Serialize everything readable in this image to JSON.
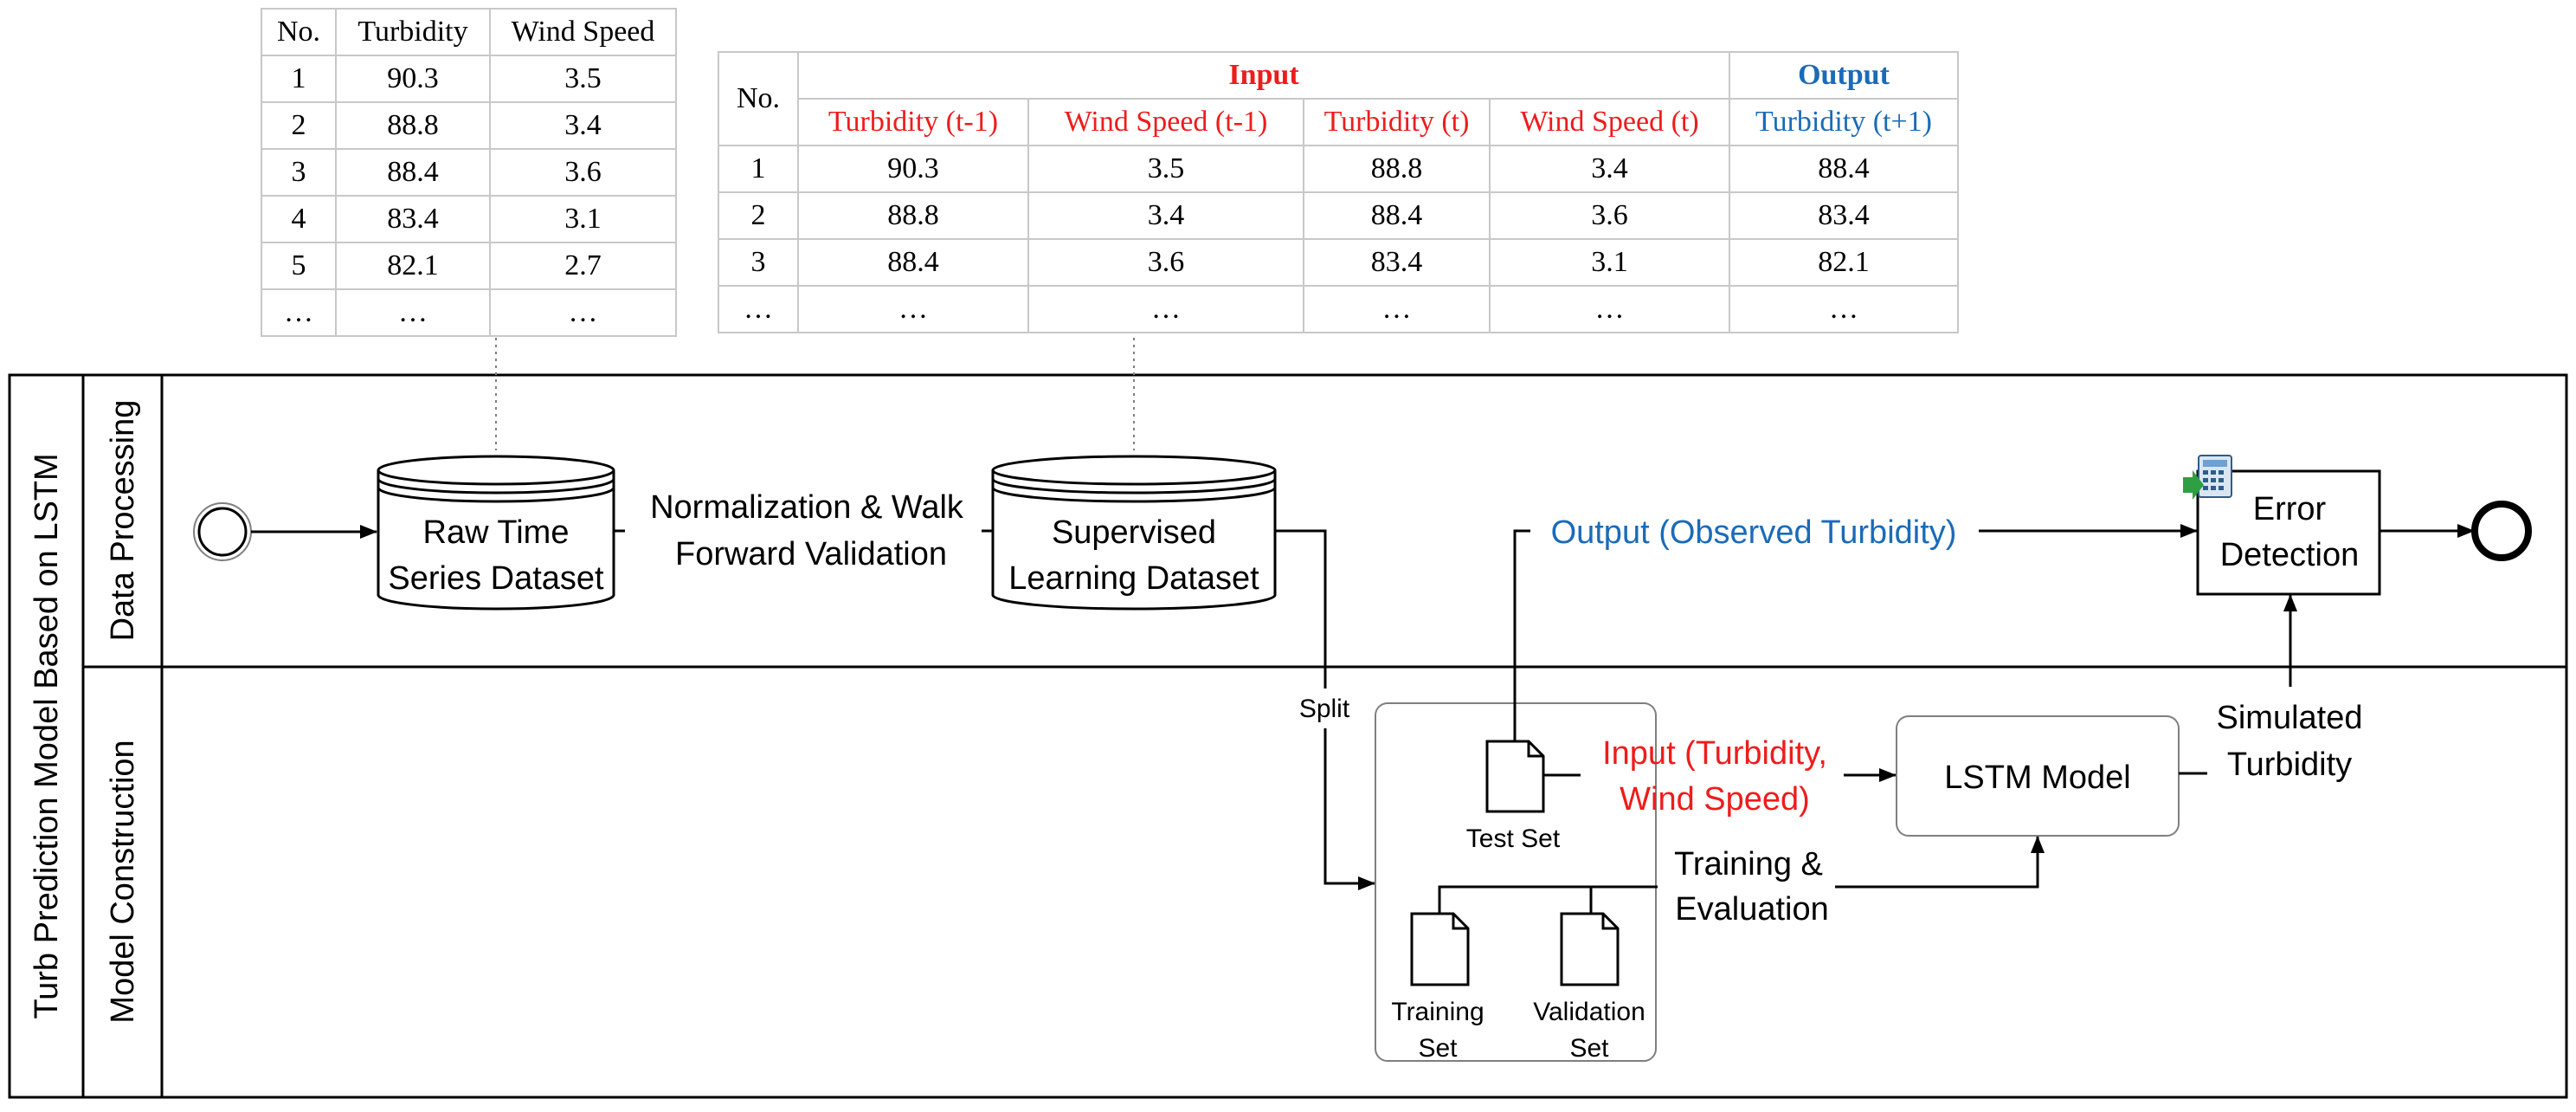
{
  "colors": {
    "input": "#ee1c1c",
    "output": "#1a6bb8",
    "stroke": "#000000",
    "grid": "#c8c8c8"
  },
  "pool": {
    "label": "Turb Prediction Model Based on LSTM"
  },
  "lanes": [
    {
      "label": "Data Processing"
    },
    {
      "label": "Model Construction"
    }
  ],
  "raw_table": {
    "headers": [
      "No.",
      "Turbidity",
      "Wind Speed"
    ],
    "rows": [
      [
        "1",
        "90.3",
        "3.5"
      ],
      [
        "2",
        "88.8",
        "3.4"
      ],
      [
        "3",
        "88.4",
        "3.6"
      ],
      [
        "4",
        "83.4",
        "3.1"
      ],
      [
        "5",
        "82.1",
        "2.7"
      ],
      [
        "…",
        "…",
        "…"
      ]
    ]
  },
  "supervised_table": {
    "no_header": "No.",
    "input_header": "Input",
    "output_header": "Output",
    "sub_headers": [
      "Turbidity (t-1)",
      "Wind Speed (t-1)",
      "Turbidity (t)",
      "Wind Speed (t)",
      "Turbidity (t+1)"
    ],
    "rows": [
      [
        "1",
        "90.3",
        "3.5",
        "88.8",
        "3.4",
        "88.4"
      ],
      [
        "2",
        "88.8",
        "3.4",
        "88.4",
        "3.6",
        "83.4"
      ],
      [
        "3",
        "88.4",
        "3.6",
        "83.4",
        "3.1",
        "82.1"
      ],
      [
        "…",
        "…",
        "…",
        "…",
        "…",
        "…"
      ]
    ]
  },
  "nodes": {
    "raw_dataset": {
      "line1": "Raw Time",
      "line2": "Series Dataset"
    },
    "supervised_dataset": {
      "line1": "Supervised",
      "line2": "Learning Dataset"
    },
    "error_detection": {
      "line1": "Error",
      "line2": "Detection"
    },
    "lstm_model": {
      "label": "LSTM Model"
    },
    "test_set": {
      "label": "Test Set"
    },
    "training_set": {
      "line1": "Training",
      "line2": "Set"
    },
    "validation_set": {
      "line1": "Validation",
      "line2": "Set"
    }
  },
  "edges": {
    "normalization": {
      "line1": "Normalization & Walk",
      "line2": "Forward Validation"
    },
    "output_observed": {
      "label": "Output (Observed Turbidity)"
    },
    "split": {
      "label": "Split"
    },
    "input": {
      "line1": "Input (Turbidity,",
      "line2": "Wind Speed)"
    },
    "training_eval": {
      "line1": "Training &",
      "line2": "Evaluation"
    },
    "simulated": {
      "line1": "Simulated",
      "line2": "Turbidity"
    }
  }
}
